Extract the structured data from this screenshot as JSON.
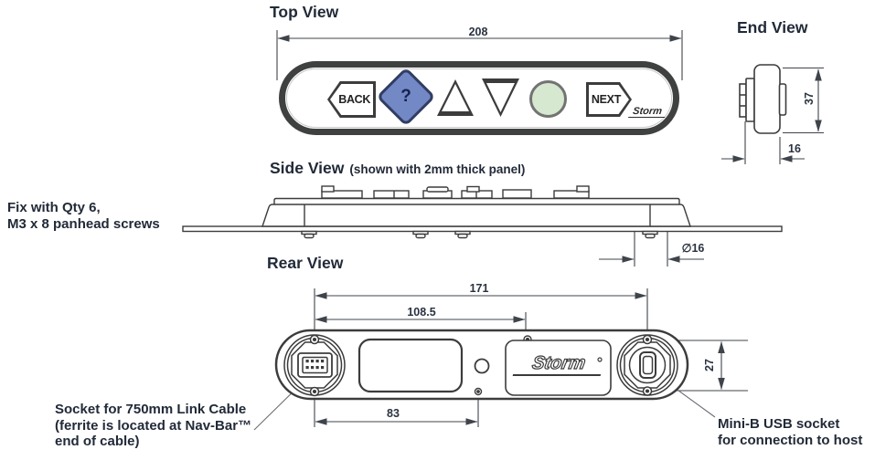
{
  "top_view": {
    "title": "Top View",
    "dim_width": "208",
    "back_label": "BACK",
    "help_label": "?",
    "next_label": "NEXT",
    "logo": "Storm"
  },
  "end_view": {
    "title": "End View",
    "dim_height": "37",
    "dim_depth": "16"
  },
  "side_view": {
    "title": "Side View",
    "subtitle": "(shown with 2mm thick panel)",
    "dim_hole": "∅16"
  },
  "rear_view": {
    "title": "Rear View",
    "dim_overall": "171",
    "dim_usb_offset": "108.5",
    "dim_link_offset": "83",
    "dim_fixing_height": "27",
    "logo": "Storm"
  },
  "annotations": {
    "fixing": {
      "line1": "Fix with Qty 6,",
      "line2": "M3 x 8 panhead screws"
    },
    "link_socket": {
      "line1": "Socket for 750mm Link Cable",
      "line2": "(ferrite is located at Nav-Bar™",
      "line3": "end of cable)"
    },
    "usb_socket": {
      "line1": "Mini-B USB socket",
      "line2": "for connection to host"
    }
  },
  "colors": {
    "text": "#222a38",
    "drawing_line": "#3c3c3c",
    "dimension_line": "#3f444b",
    "help_button_fill": "#7289c6",
    "select_button_fill": "#d6e8cf"
  }
}
